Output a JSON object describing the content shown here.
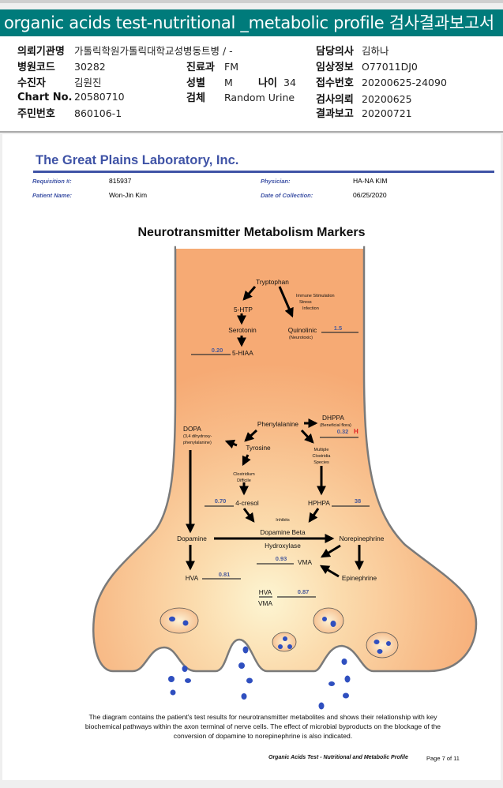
{
  "window": {
    "title": "organic acids test-nutritional _metabolic profile 검사결과보고서"
  },
  "header": {
    "hospital_label": "의뢰기관명",
    "hospital_value": "가톨릭학원가톨릭대학교성병동트병 / -",
    "hospital_code_label": "병원코드",
    "hospital_code_value": "30282",
    "patient_label": "수진자",
    "patient_value": "김원진",
    "chart_label": "Chart No.",
    "chart_value": "20580710",
    "resident_label": "주민번호",
    "resident_value": "860106-1",
    "dept_label": "진료과",
    "dept_value": "FM",
    "sex_label": "성별",
    "sex_value": "M",
    "age_label": "나이",
    "age_value": "34",
    "specimen_label": "검체",
    "specimen_value": "Random Urine",
    "doctor_label": "담당의사",
    "doctor_value": "김하나",
    "clinical_label": "임상정보",
    "clinical_value": "O77011DJ0",
    "receipt_label": "접수번호",
    "receipt_value": "20200625-24090",
    "request_label": "검사의뢰",
    "request_value": "20200625",
    "report_label": "결과보고",
    "report_value": "20200721"
  },
  "report": {
    "lab_name": "The Great Plains Laboratory, Inc.",
    "requisition_label": "Requisition #:",
    "requisition_value": "815937",
    "patient_name_label": "Patient Name:",
    "patient_name_value": "Won-Jin Kim",
    "physician_label": "Physician:",
    "physician_value": "HA-NA KIM",
    "collection_label": "Date of Collection:",
    "collection_value": "06/25/2020",
    "diagram_title": "Neurotransmitter Metabolism Markers",
    "caption": "The diagram contains the patient's test results for neurotransmitter metabolites and shows their relationship with key biochemical pathways within the axon terminal of nerve cells. The effect of microbial byproducts on the blockage of the conversion of dopamine to norepinephrine is also indicated.",
    "footer_title": "Organic Acids Test - Nutritional and Metabolic Profile",
    "footer_page": "Page 7 of 11"
  },
  "diagram": {
    "colors": {
      "cell": "#f7b07a",
      "cell_center": "#fdf3cf",
      "outline": "#7a7a7a",
      "vesicle_dot": "#2f4fbf",
      "value": "#4a5a9a",
      "flag": "#e02020"
    },
    "nodes": {
      "tryptophan": "Tryptophan",
      "immune1": "Immune Stimulation",
      "immune2": "Stress",
      "immune3": "Infection",
      "htp": "5-HTP",
      "serotonin": "Serotonin",
      "hiaa": "5-HIAA",
      "quinolinic": "Quinolinic",
      "neurotoxic": "(Neurotoxic)",
      "phenylalanine": "Phenylalanine",
      "dhppa": "DHPPA",
      "beneficial": "(Beneficial flora)",
      "dopa": "DOPA",
      "dopa_sub1": "(3,4 dihydroxy-",
      "dopa_sub2": "phenylalanine)",
      "tyrosine": "Tyrosine",
      "clostridia1": "Multiple",
      "clostridia2": "Clostridia",
      "clostridia3": "Species",
      "cdiff1": "Clostridium",
      "cdiff2": "Difficile",
      "cresol": "4-cresol",
      "hphpa": "HPHPA",
      "inhibits": "Inhibits",
      "dbh1": "Dopamine Beta",
      "dbh2": "Hydroxylase",
      "dopamine": "Dopamine",
      "norepinephrine": "Norepinephrine",
      "vma": "VMA",
      "hva": "HVA",
      "epinephrine": "Epinephrine",
      "ratio_num": "HVA",
      "ratio_den": "VMA"
    },
    "results": {
      "hiaa": "0.20",
      "quinolinic": "1.5",
      "dhppa": "0.32",
      "dhppa_flag": "H",
      "cresol": "0.70",
      "hphpa": "38",
      "vma": "0.93",
      "hva": "0.81",
      "hva_vma": "0.87"
    }
  }
}
